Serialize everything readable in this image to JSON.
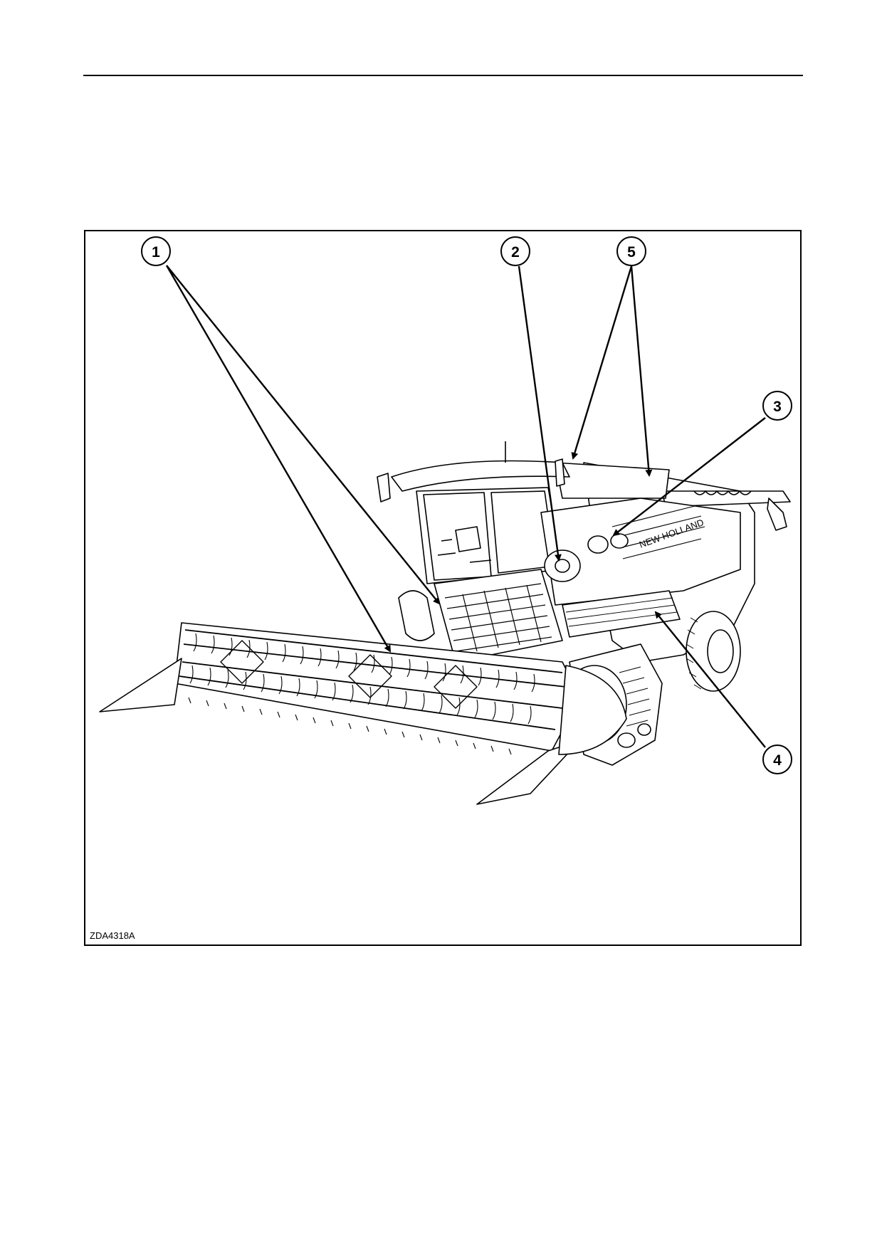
{
  "figure": {
    "image_id": "ZDA4318A",
    "callouts": [
      {
        "label": "1"
      },
      {
        "label": "2"
      },
      {
        "label": "5"
      },
      {
        "label": "3"
      },
      {
        "label": "4"
      }
    ]
  }
}
